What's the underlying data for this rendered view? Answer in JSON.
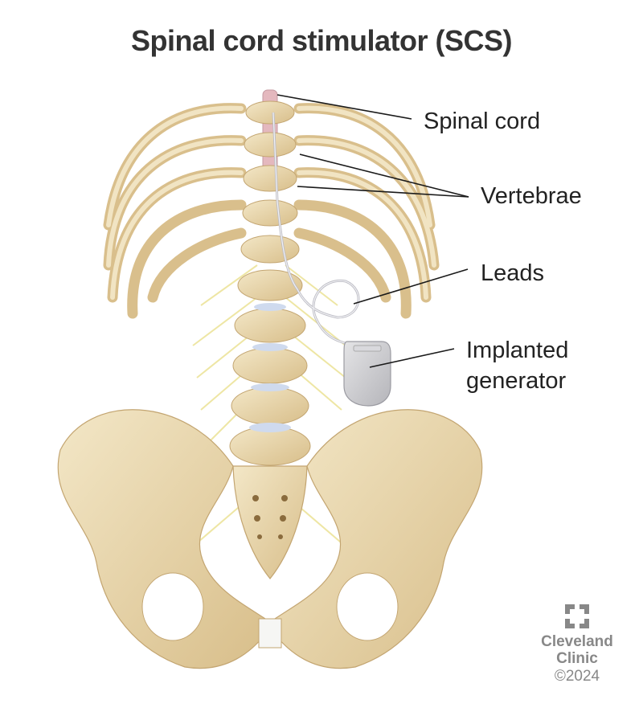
{
  "title": "Spinal cord stimulator (SCS)",
  "labels": {
    "spinal_cord": "Spinal cord",
    "vertebrae": "Vertebrae",
    "leads": "Leads",
    "generator_line1": "Implanted",
    "generator_line2": "generator"
  },
  "credit": {
    "org_line1": "Cleveland",
    "org_line2": "Clinic",
    "copyright": "©2024"
  },
  "colors": {
    "bone": "#ead9b0",
    "bone_shadow": "#c9ad78",
    "nerve": "#f3edb0",
    "disc": "#c8d4ea",
    "generator": "#c9c9cc",
    "title": "#333333",
    "logo": "#888888"
  }
}
